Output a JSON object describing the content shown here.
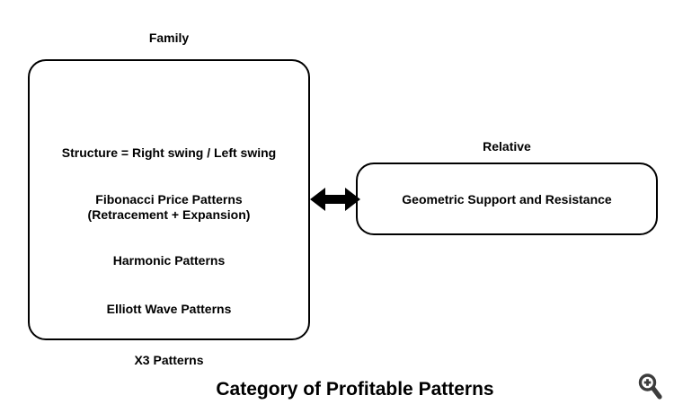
{
  "title": "Category of Profitable Patterns",
  "family": {
    "label": "Family",
    "items": [
      "Structure = Right swing / Left swing",
      "Fibonacci Price Patterns\n(Retracement + Expansion)",
      "Harmonic Patterns",
      "Elliott Wave Patterns",
      "X3 Patterns"
    ]
  },
  "relative": {
    "label": "Relative",
    "items": [
      "Geometric Support and Resistance"
    ]
  },
  "connector": {
    "type": "double-headed-arrow"
  },
  "icons": {
    "zoom_in": "magnifier-with-plus"
  },
  "colors": {
    "background": "#ffffff",
    "line": "#000000",
    "text": "#000000",
    "icon": "#3c3c3c"
  }
}
